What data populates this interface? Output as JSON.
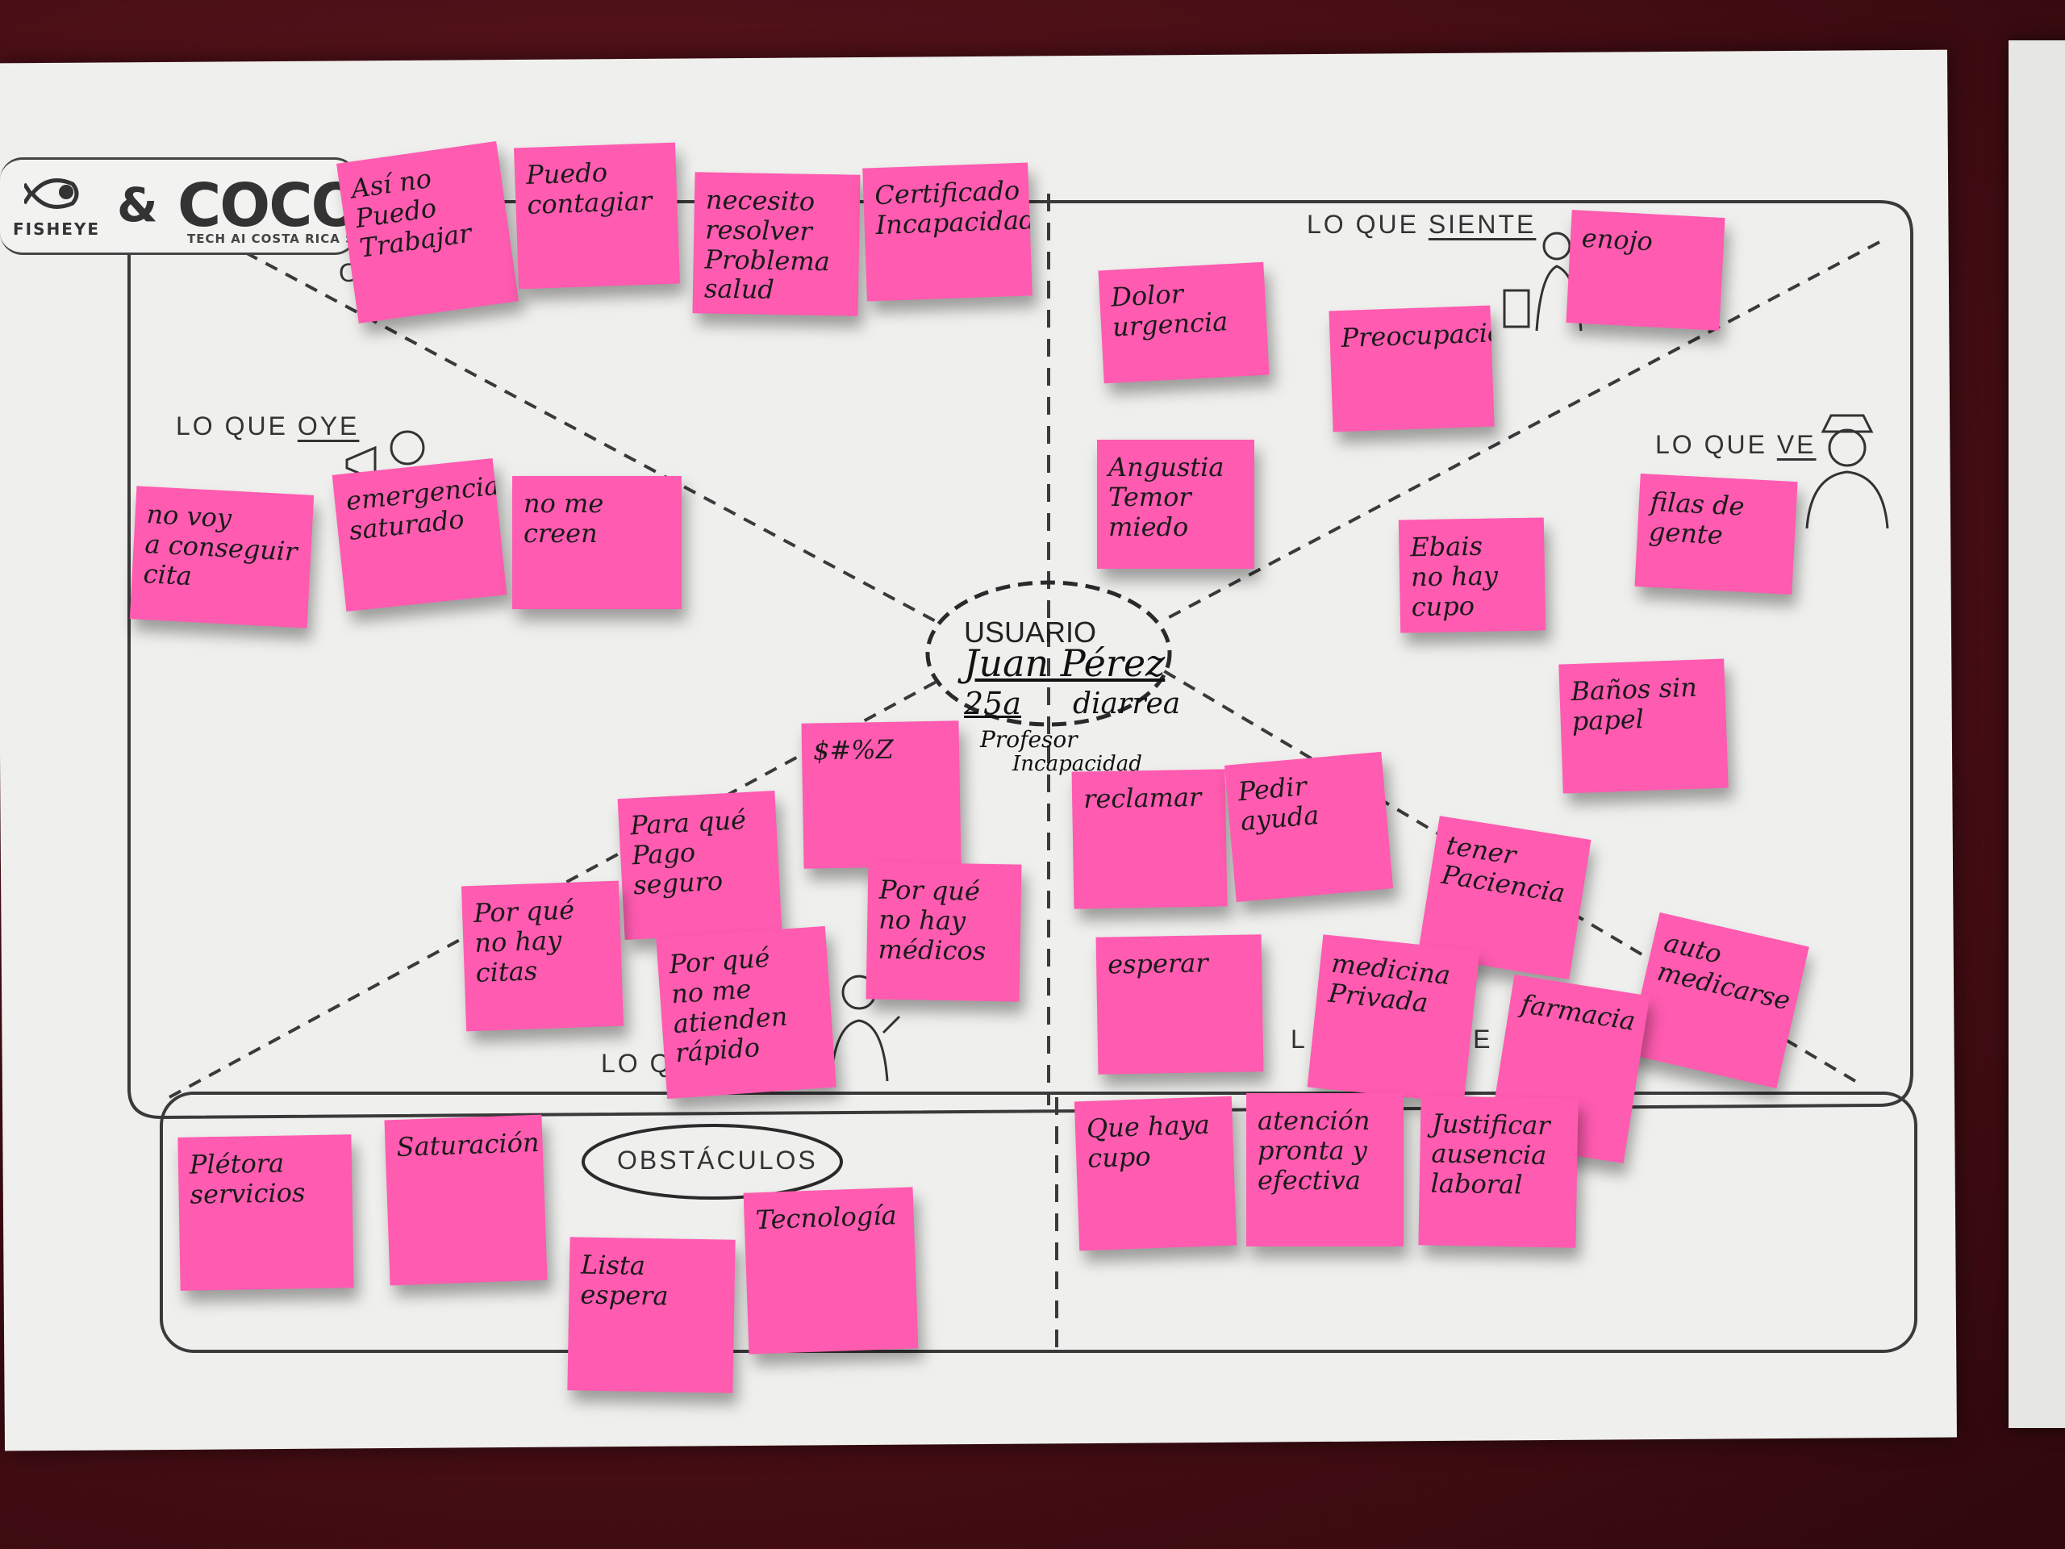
{
  "logos": {
    "fisheye": "FISHEYE",
    "ampersand": "&",
    "coco": "COCO",
    "coco_sub": "TECH AI COSTA RICA S.A"
  },
  "sections": {
    "siente_prefix": "LO QUE ",
    "siente_word": "SIENTE",
    "oye_prefix": "LO QUE ",
    "oye_word": "OYE",
    "ve_prefix": "LO QUE ",
    "ve_word": "VE",
    "obstaculos": "OBSTÁCULOS",
    "lo_q": "LO Q",
    "lo_ce_left": "L",
    "lo_ce_right": "CE",
    "o_letter": "O"
  },
  "user": {
    "label": "USUARIO",
    "name": "Juan Pérez",
    "age": "25a",
    "detail": "diarrea",
    "role": "Profesor",
    "role2": "Incapacidad"
  },
  "notes": [
    {
      "id": "asi-no-puedo",
      "text": "Así no\nPuedo\nTrabajar"
    },
    {
      "id": "puedo-contagiar",
      "text": "Puedo\ncontagiar"
    },
    {
      "id": "necesito-resolver",
      "text": "necesito\nresolver\nProblema\nsalud"
    },
    {
      "id": "certificado",
      "text": "Certificado\nIncapacidad"
    },
    {
      "id": "dolor",
      "text": "Dolor\nurgencia"
    },
    {
      "id": "preocupacion",
      "text": "Preocupación"
    },
    {
      "id": "enojo",
      "text": "enojo"
    },
    {
      "id": "angustia",
      "text": "Angustia\nTemor\nmiedo"
    },
    {
      "id": "ebais",
      "text": "Ebais\nno hay\ncupo"
    },
    {
      "id": "filas",
      "text": "filas de\ngente"
    },
    {
      "id": "banos",
      "text": "Baños sin\npapel"
    },
    {
      "id": "no-voy",
      "text": "no voy\na conseguir\ncita"
    },
    {
      "id": "emergencias",
      "text": "emergencias\nsaturado"
    },
    {
      "id": "no-me-creen",
      "text": "no me\ncreen"
    },
    {
      "id": "dinero",
      "text": "$#%Z"
    },
    {
      "id": "para-que",
      "text": "Para qué\nPago\nseguro"
    },
    {
      "id": "porque-citas",
      "text": "Por qué\nno hay\ncitas"
    },
    {
      "id": "porque-medicos",
      "text": "Por qué\nno hay\nmédicos"
    },
    {
      "id": "porque-rapido",
      "text": "Por qué\nno me\natienden\nrápido"
    },
    {
      "id": "reclamar",
      "text": "reclamar"
    },
    {
      "id": "pedir-ayuda",
      "text": "Pedir\nayuda"
    },
    {
      "id": "tener-paciencia",
      "text": "tener\nPaciencia"
    },
    {
      "id": "auto",
      "text": "auto\nmedicarse"
    },
    {
      "id": "esperar",
      "text": "esperar"
    },
    {
      "id": "medicina",
      "text": "medicina\nPrivada"
    },
    {
      "id": "farmacia",
      "text": "farmacia"
    },
    {
      "id": "que-haya",
      "text": "Que haya\ncupo"
    },
    {
      "id": "atencion",
      "text": "atención\npronta y\nefectiva"
    },
    {
      "id": "justificar",
      "text": "Justificar\nausencia\nlaboral"
    },
    {
      "id": "pletora",
      "text": "Plétora\nservicios"
    },
    {
      "id": "saturacion",
      "text": "Saturación"
    },
    {
      "id": "lista",
      "text": "Lista\nespera"
    },
    {
      "id": "tecnologia",
      "text": "Tecnología"
    }
  ]
}
